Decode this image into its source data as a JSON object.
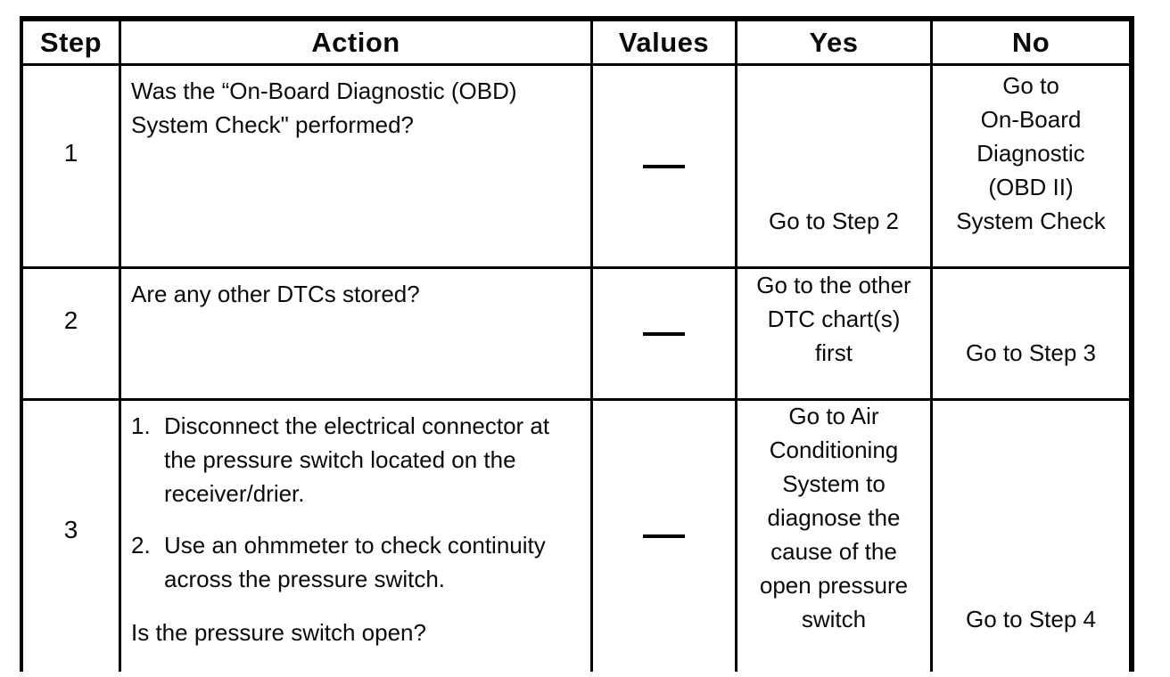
{
  "table": {
    "headers": {
      "step": "Step",
      "action": "Action",
      "values": "Values",
      "yes": "Yes",
      "no": "No"
    },
    "rows": [
      {
        "step": "1",
        "action": "Was the “On-Board Diagnostic (OBD)\nSystem Check\" performed?",
        "values": "—",
        "yes": "Go to Step 2",
        "no": "Go to\nOn-Board\nDiagnostic\n(OBD II)\nSystem Check"
      },
      {
        "step": "2",
        "action": "Are any other DTCs stored?",
        "values": "—",
        "yes": "Go to the other\nDTC chart(s)\nfirst",
        "no": "Go to Step 3"
      },
      {
        "step": "3",
        "action_items": [
          {
            "num": "1.",
            "text": "Disconnect the electrical connector at\nthe pressure switch located on the\nreceiver/drier."
          },
          {
            "num": "2.",
            "text": "Use an ohmmeter to check continuity\nacross the pressure switch."
          }
        ],
        "action_question": "Is the pressure switch open?",
        "values": "—",
        "yes": "Go to Air\nConditioning\nSystem to\ndiagnose the\ncause of the\nopen pressure\nswitch",
        "no": "Go to Step 4"
      }
    ]
  }
}
